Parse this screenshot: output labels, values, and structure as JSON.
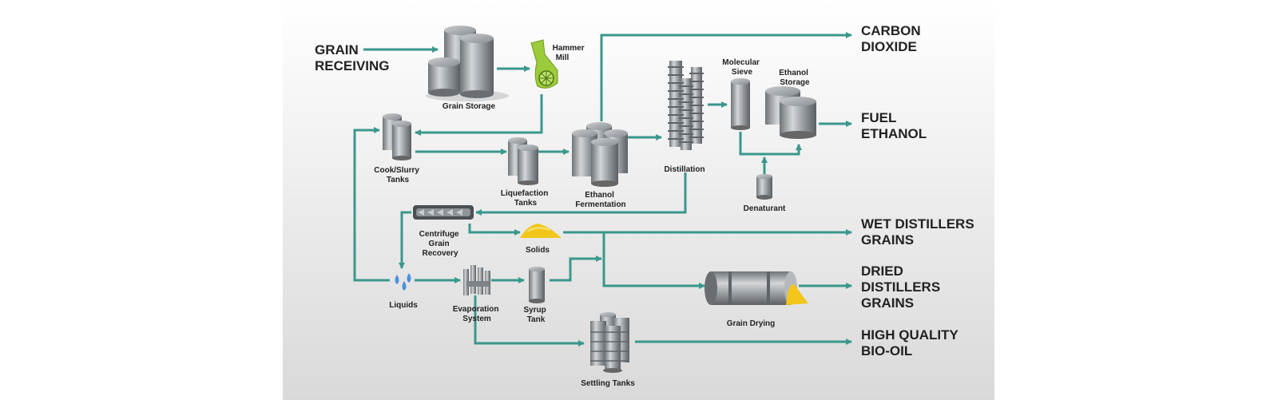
{
  "outputs": {
    "carbon_dioxide": [
      "CARBON",
      "DIOXIDE"
    ],
    "fuel_ethanol": [
      "FUEL",
      "ETHANOL"
    ],
    "wet_distillers_grains": [
      "WET DISTILLERS",
      "GRAINS"
    ],
    "dried_distillers_grains": [
      "DRIED",
      "DISTILLERS",
      "GRAINS"
    ],
    "bio_oil": [
      "HIGH QUALITY",
      "BIO-OIL"
    ]
  },
  "inputs": {
    "grain_receiving": [
      "GRAIN",
      "RECEIVING"
    ]
  },
  "units": {
    "grain_storage": [
      "Grain Storage"
    ],
    "hammer_mill": [
      "Hammer",
      "Mill"
    ],
    "cook_slurry": [
      "Cook/Slurry",
      "Tanks"
    ],
    "liquefaction": [
      "Liquefaction",
      "Tanks"
    ],
    "fermentation": [
      "Ethanol",
      "Fermentation"
    ],
    "distillation": [
      "Distillation"
    ],
    "molecular_sieve": [
      "Molecular",
      "Sieve"
    ],
    "ethanol_storage": [
      "Ethanol",
      "Storage"
    ],
    "denaturant": [
      "Denaturant"
    ],
    "centrifuge": [
      "Centrifuge",
      "Grain",
      "Recovery"
    ],
    "solids": [
      "Solids"
    ],
    "liquids": [
      "Liquids"
    ],
    "evaporation": [
      "Evaporation",
      "System"
    ],
    "syrup_tank": [
      "Syrup",
      "Tank"
    ],
    "grain_drying": [
      "Grain Drying"
    ],
    "settling_tanks": [
      "Settling Tanks"
    ]
  },
  "colors": {
    "arrow": "#3a978c",
    "tank": "#9aa0a4",
    "mill": "#9ccb3b",
    "grain": "#f2c61b",
    "water": "#4a90d9"
  }
}
